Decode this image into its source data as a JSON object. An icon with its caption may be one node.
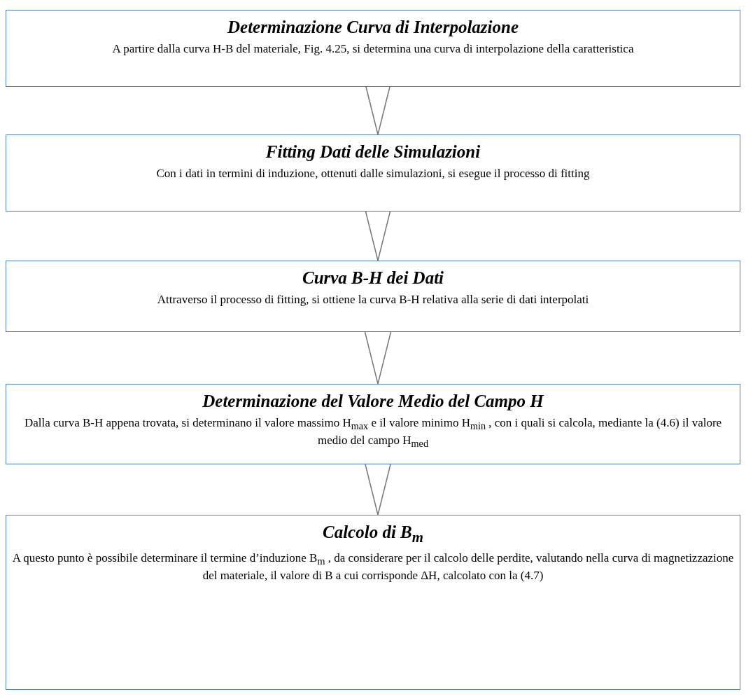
{
  "diagram": {
    "nodes": [
      {
        "text": [
          "Determinazione Curva di Interpolazione",
          "A partire dalla curva H-B del materiale, Fig. 4.25, si determina una curva di interpolazione della caratteristica"
        ]
      },
      {
        "text": [
          "Fitting Dati delle Simulazioni",
          "Con i dati in termini di induzione, ottenuti dalle simulazioni, si esegue il processo di fitting"
        ]
      },
      {
        "text": [
          "Curva B-H dei Dati",
          "Attraverso il processo di fitting, si ottiene la curva B-H relativa alla serie di dati interpolati"
        ]
      },
      {
        "text": [
          "Determinazione del Valore Medio del Campo H",
          "Dalla curva B-H appena trovata, si determinano il valore massimo H$_{max}$ e il valore minimo H$_{min}$ , con i quali si calcola, mediante la (4.6) il valore medio del campo H$_{med}$"
        ]
      },
      {
        "text": [
          "Calcolo di B$_{m}$",
          "A questo punto è possibile determinare il termine d’induzione B$_{m}$ , da considerare per il calcolo delle perdite, valutando nella curva di magnetizzazione del materiale, il valore di B a cui corrisponde ΔH, calcolato con la (4.7)"
        ]
      }
    ],
    "edges": [
      {
        "from": 0,
        "to": 1,
        "arrow": "to"
      },
      {
        "from": 1,
        "to": 2,
        "arrow": "to"
      },
      {
        "from": 2,
        "to": 3,
        "arrow": "to"
      },
      {
        "from": 3,
        "to": 4,
        "arrow": "to"
      }
    ]
  }
}
